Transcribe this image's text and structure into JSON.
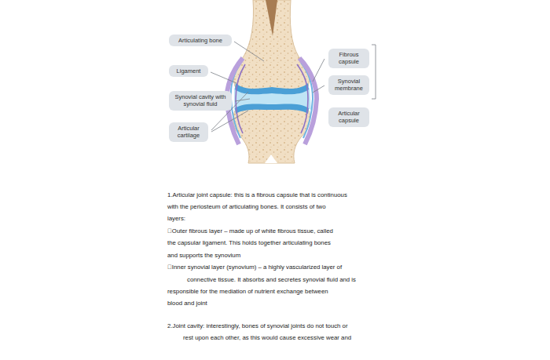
{
  "diagram": {
    "nodes": [
      {
        "text": [
          "Articulating bone"
        ]
      },
      {
        "text": [
          "Ligament"
        ]
      },
      {
        "text": [
          "Synovial cavity with synovial fluid"
        ]
      },
      {
        "text": [
          "Articular cartilage"
        ]
      },
      {
        "text": [
          "Fibrous capsule"
        ]
      },
      {
        "text": [
          "Synovial membrane"
        ]
      },
      {
        "text": [
          "Articular capsule"
        ]
      }
    ],
    "labels": [
      "1.Articular joint capsule: this is a fibrous capsule that is continuous",
      "with the periosteum of articulating bones. It consists of two",
      "layers:",
      "Outer fibrous layer – made up of white fibrous tissue, called",
      "the capsular ligament. This holds together articulating bones",
      "and supports the synovium",
      "Inner synovial layer (synovium) – a highly vascularized layer of",
      "connective tissue. It absorbs and secretes synovial fluid and is",
      "responsible for the mediation of nutrient exchange between",
      "blood and joint",
      "2.Joint cavity: interestingly, bones of synovial joints do not touch or",
      "rest upon each other, as this would cause excessive wear and"
    ]
  }
}
